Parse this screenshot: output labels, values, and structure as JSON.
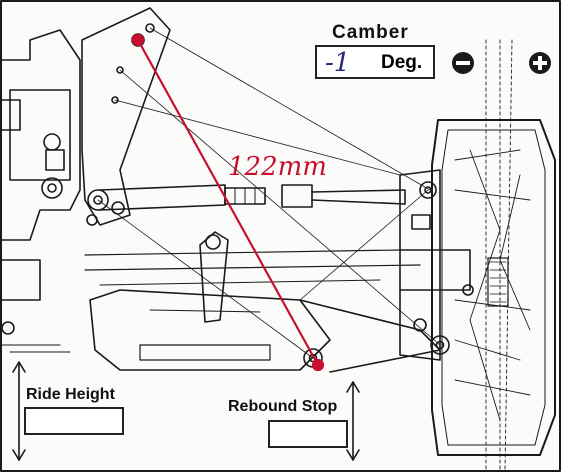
{
  "camber": {
    "title": "Camber",
    "value": "-1",
    "unit": "Deg."
  },
  "measure": {
    "value": "122mm",
    "color": "#c8102e"
  },
  "ride_height": {
    "label": "Ride Height",
    "value": ""
  },
  "rebound_stop": {
    "label": "Rebound Stop",
    "value": ""
  },
  "signs": {
    "minus": "−",
    "plus": "+"
  },
  "icons": [
    "minus-circle-icon",
    "plus-circle-icon",
    "up-down-arrow-icon"
  ],
  "colors": {
    "line": "#1a1a1a",
    "accent": "#c8102e",
    "paper": "#fbfbf9"
  }
}
